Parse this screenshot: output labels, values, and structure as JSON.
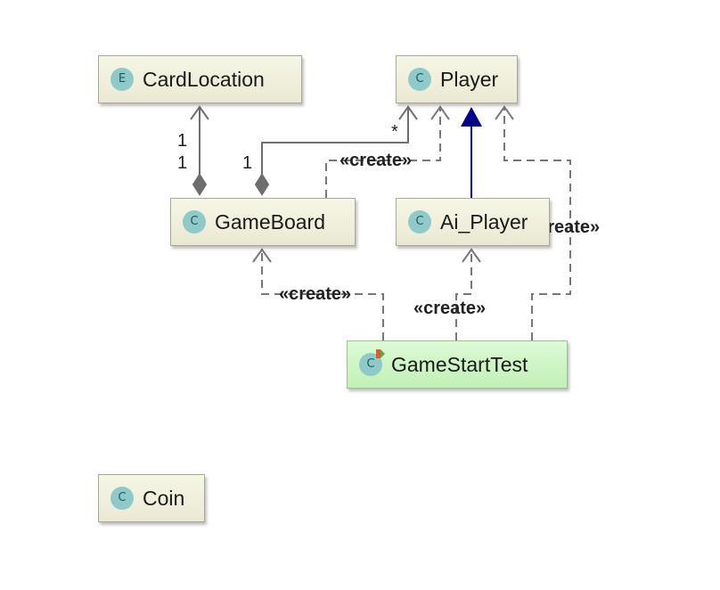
{
  "nodes": {
    "cardlocation": {
      "badge": "E",
      "name": "CardLocation"
    },
    "player": {
      "badge": "C",
      "name": "Player"
    },
    "gameboard": {
      "badge": "C",
      "name": "GameBoard"
    },
    "ai_player": {
      "badge": "C",
      "name": "Ai_Player"
    },
    "gamestarttest": {
      "badge": "C",
      "name": "GameStartTest"
    },
    "coin": {
      "badge": "C",
      "name": "Coin"
    }
  },
  "edges": {
    "cardlocation_gameboard": {
      "mult_top": "1",
      "mult_bottom": "1"
    },
    "gameboard_player": {
      "mult_source": "1",
      "mult_target": "*"
    },
    "gameboard_create_player": {
      "stereotype": "«create»"
    },
    "test_create_gameboard": {
      "stereotype": "«create»"
    },
    "test_create_ai_player": {
      "stereotype": "«create»"
    },
    "test_create_player": {
      "stereotype": "«create»"
    }
  },
  "colors": {
    "node_fill": "#efefdc",
    "test_node_fill": "#cdf5c3",
    "badge": "#8fc9c9",
    "edge": "#707070",
    "inheritance": "#00008b"
  }
}
